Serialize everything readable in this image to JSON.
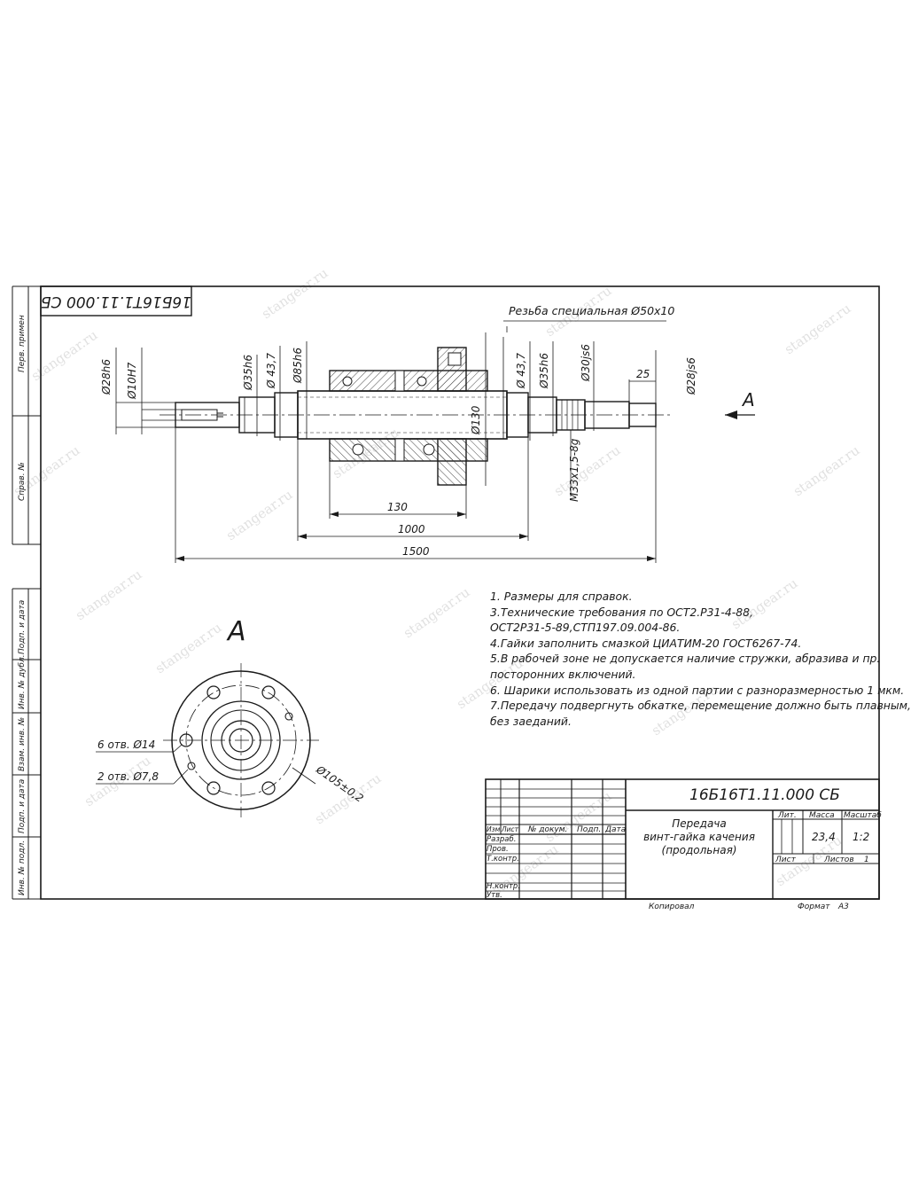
{
  "drawing": {
    "doc_code": "16Б16Т1.11.000 СБ",
    "doc_code_mirrored": "16Б16Т1.11.000 СБ",
    "thread_note": "Резьба специальная Ø50х10",
    "view_label": "A",
    "view_arrow_label": "A",
    "watermark": "stangear.ru",
    "dims": {
      "d_28h6": "Ø28h6",
      "d_10H7": "Ø10H7",
      "d_35h6_left": "Ø35h6",
      "d_43_7_left": "Ø 43,7",
      "d_85h6": "Ø85h6",
      "d_130": "Ø130",
      "d_43_7_right": "Ø 43,7",
      "d_35h6_right": "Ø35h6",
      "d_30js6": "Ø30js6",
      "len_25": "25",
      "d_28js6": "Ø28js6",
      "thread_m33": "M33x1,5-8g",
      "len_130": "130",
      "len_1000": "1000",
      "len_1500": "1500",
      "holes_6": "6 отв. Ø14",
      "holes_2": "2 отв.  Ø7,8",
      "d_105": "Ø105±0,2"
    }
  },
  "notes": [
    "1. Размеры для справок.",
    "3.Технические требования по ОСТ2.Р31-4-88,",
    "ОСТ2Р31-5-89,СТП197.09.004-86.",
    "4.Гайки заполнить смазкой ЦИАТИМ-20 ГОСТ6267-74.",
    "5.В рабочей зоне не допускается наличие стружки, абразива и пр.",
    "посторонних включений.",
    "6. Шарики использовать из одной партии с разноразмерностью 1 мкм.",
    "7.Передачу подвергнуть обкатке, перемещение должно быть плавным,",
    "без заеданий."
  ],
  "side_labels": [
    "Перв. примен",
    "Справ. №",
    "Подп. и дата",
    "Инв. № дубл.",
    "Взам. инв. №",
    "Подп. и дата",
    "Инв. № подл."
  ],
  "title_block": {
    "code": "16Б16Т1.11.000 СБ",
    "name_line1": "Передача",
    "name_line2": "винт-гайка качения",
    "name_line3": "(продольная)",
    "lit_label": "Лит.",
    "mass_label": "Масса",
    "scale_label": "Масштаб",
    "mass_value": "23,4",
    "scale_value": "1:2",
    "sheet_label": "Лист",
    "sheets_label": "Листов",
    "sheets_value": "1",
    "col_izm": "Изм.",
    "col_list": "Лист",
    "col_doc": "№ докум.",
    "col_podp": "Подп.",
    "col_data": "Дата",
    "row_razrab": "Разраб.",
    "row_prov": "Пров.",
    "row_tkontr": "Т.контр.",
    "row_nkontr": "Н.контр.",
    "row_utv": "Утв.",
    "copied": "Копировал",
    "format_label": "Формат",
    "format_value": "А3"
  }
}
